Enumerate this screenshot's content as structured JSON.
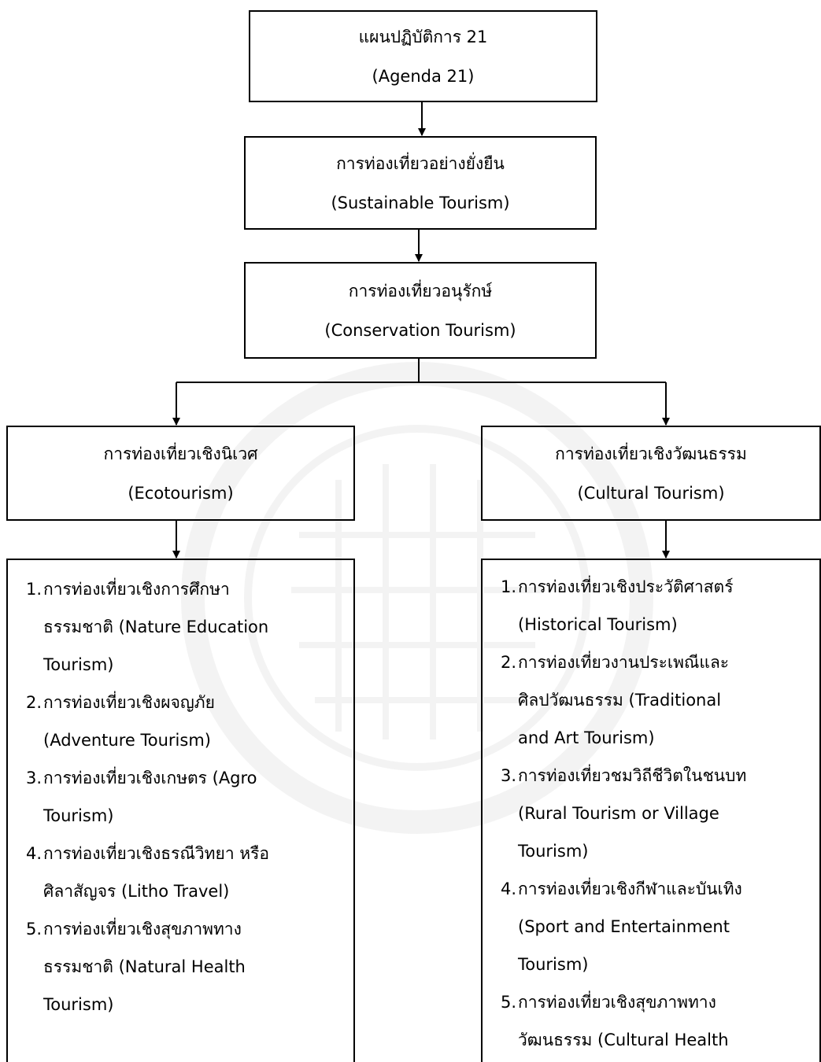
{
  "nodes": {
    "agenda": {
      "th": "แผนปฏิบัติการ 21",
      "en": "(Agenda 21)"
    },
    "sustainable": {
      "th": "การท่องเที่ยวอย่างยั่งยืน",
      "en": "(Sustainable Tourism)"
    },
    "conservation": {
      "th": "การท่องเที่ยวอนุรักษ์",
      "en": "(Conservation Tourism)"
    },
    "eco": {
      "th": "การท่องเที่ยวเชิงนิเวศ",
      "en": "(Ecotourism)"
    },
    "cultural": {
      "th": "การท่องเที่ยวเชิงวัฒนธรรม",
      "en": "(Cultural Tourism)"
    }
  },
  "eco_list": [
    {
      "num": "1.",
      "lines": [
        "การท่องเที่ยวเชิงการศึกษา",
        "ธรรมชาติ (Nature Education",
        "Tourism)"
      ]
    },
    {
      "num": "2.",
      "lines": [
        "การท่องเที่ยวเชิงผจญภัย",
        "(Adventure Tourism)"
      ]
    },
    {
      "num": "3.",
      "lines": [
        "การท่องเที่ยวเชิงเกษตร (Agro",
        "Tourism)"
      ]
    },
    {
      "num": "4.",
      "lines": [
        "การท่องเที่ยวเชิงธรณีวิทยา หรือ",
        "ศิลาสัญจร (Litho Travel)"
      ]
    },
    {
      "num": "5.",
      "lines": [
        "การท่องเที่ยวเชิงสุขภาพทาง",
        "ธรรมชาติ (Natural Health",
        "Tourism)"
      ]
    }
  ],
  "cultural_list": [
    {
      "num": "1.",
      "lines": [
        "การท่องเที่ยวเชิงประวัติศาสตร์",
        "(Historical Tourism)"
      ]
    },
    {
      "num": "2.",
      "lines": [
        "การท่องเที่ยวงานประเพณีและ",
        "ศิลปวัฒนธรรม (Traditional",
        "and Art Tourism)"
      ]
    },
    {
      "num": "3.",
      "lines": [
        "การท่องเที่ยวชมวิถีชีวิตในชนบท",
        "(Rural Tourism or Village",
        "Tourism)"
      ]
    },
    {
      "num": "4.",
      "lines": [
        "การท่องเที่ยวเชิงกีฬาและบันเทิง",
        "(Sport and Entertainment",
        "Tourism)"
      ]
    },
    {
      "num": "5.",
      "lines": [
        "การท่องเที่ยวเชิงสุขภาพทาง",
        "วัฒนธรรม (Cultural Health"
      ]
    }
  ],
  "colors": {
    "line": "#000000",
    "watermark": "#888888"
  }
}
